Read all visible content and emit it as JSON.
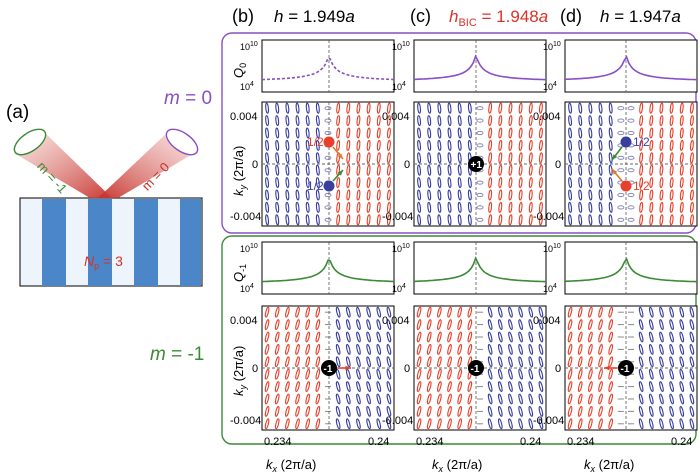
{
  "panel_labels": {
    "a": "(a)",
    "b": "(b)",
    "c": "(c)",
    "d": "(d)"
  },
  "headers": {
    "b": {
      "var": "h",
      "eq": " = 1.949",
      "unit": "a"
    },
    "c": {
      "var": "h",
      "sub": "BIC",
      "eq": " = 1.948",
      "unit": "a"
    },
    "d": {
      "var": "h",
      "eq": " = 1.947",
      "unit": "a"
    }
  },
  "rows": {
    "m0": {
      "label_var": "m",
      "label_val": " = 0",
      "q_label": "Q",
      "q_sub": "0"
    },
    "m1": {
      "label_var": "m",
      "label_val": " = -1",
      "q_label": "Q",
      "q_sub": "-1"
    }
  },
  "q_ticks": {
    "top": "10",
    "top_exp": "10",
    "bottom": "10",
    "bottom_exp": "4"
  },
  "ky_axis": {
    "label": "k",
    "sub": "y",
    "unit": " (2π/a)",
    "ticks": [
      "0.004",
      "0",
      "-0.004"
    ]
  },
  "kx_axis": {
    "label": "k",
    "sub": "x",
    "unit": " (2π/a)",
    "ticks": [
      "0.234",
      "0.24"
    ]
  },
  "charges": {
    "half": "1/2",
    "plus_one": "+1",
    "minus_one": "-1"
  },
  "schematic": {
    "beam_left": "m = -1",
    "beam_right": "m = 0",
    "np_label": "N",
    "np_sub": "p",
    "np_val": " = 3"
  },
  "colors": {
    "purple": "#8a4fc4",
    "green": "#3b8a36",
    "red": "#e8402a",
    "blue": "#3a3f9e",
    "stripe": "#4a86c8",
    "label_red": "#d9322a"
  }
}
